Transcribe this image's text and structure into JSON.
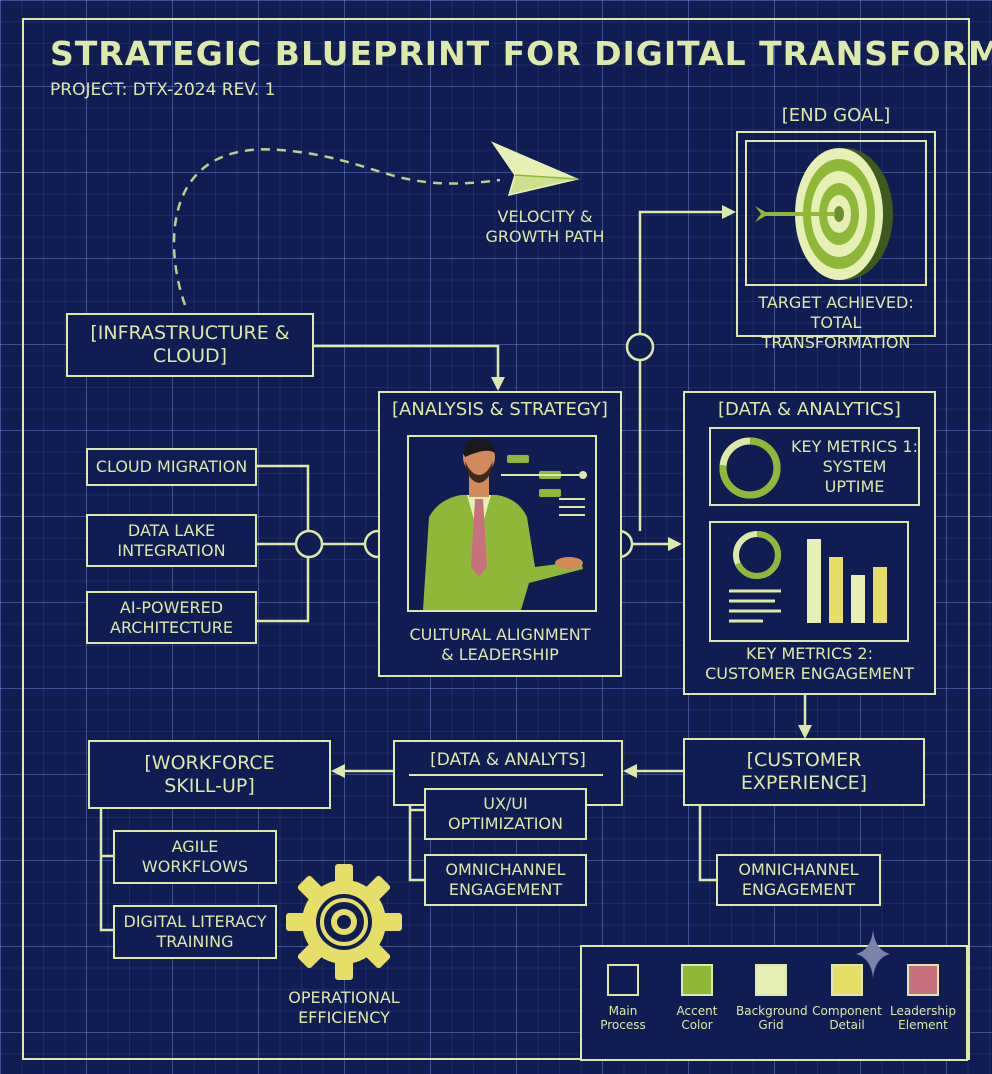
{
  "header": {
    "title": "STRATEGIC BLUEPRINT FOR DIGITAL TRANSFORMATION",
    "subtitle": "PROJECT: DTX-2024 REV. 1"
  },
  "velocity": {
    "label": "VELOCITY &\nGROWTH PATH"
  },
  "end_goal": {
    "heading": "[END GOAL]",
    "caption": "TARGET ACHIEVED:\nTOTAL TRANSFORMATION"
  },
  "infrastructure": {
    "heading": "[INFRASTRUCTURE &\nCLOUD]",
    "items": [
      "CLOUD MIGRATION",
      "DATA LAKE\nINTEGRATION",
      "AI-POWERED\nARCHITECTURE"
    ]
  },
  "analysis": {
    "heading": "[ANALYSIS & STRATEGY]",
    "caption": "CULTURAL ALIGNMENT\n& LEADERSHIP"
  },
  "data_analytics": {
    "heading": "[DATA & ANALYTICS]",
    "metric1": "KEY METRICS 1:\nSYSTEM\nUPTIME",
    "metric2": "KEY METRICS 2:\nCUSTOMER ENGAGEMENT"
  },
  "customer": {
    "heading": "[CUSTOMER\nEXPERIENCE]",
    "items": [
      "OMNICHANNEL\nENGAGEMENT"
    ]
  },
  "data_analyts": {
    "heading": "[DATA & ANALYTS]",
    "items": [
      "UX/UI\nOPTIMIZATION",
      "OMNICHANNEL\nENGAGEMENT"
    ]
  },
  "workforce": {
    "heading": "[WORKFORCE\nSKILL-UP]",
    "items": [
      "AGILE\nWORKFLOWS",
      "DIGITAL LITERACY\nTRAINING"
    ]
  },
  "operational": {
    "label": "OPERATIONAL\nEFFICIENCY"
  },
  "legend": {
    "items": [
      {
        "label": "Main\nProcess",
        "color": "#0f1d52"
      },
      {
        "label": "Accent\nColor",
        "color": "#8fb838"
      },
      {
        "label": "Background\nGrid",
        "color": "#e6f0b4"
      },
      {
        "label": "Component\nDetail",
        "color": "#e6de66"
      },
      {
        "label": "Leadership\nElement",
        "color": "#c9707e"
      }
    ]
  },
  "colors": {
    "line": "#dde9a8",
    "background": "#0f1d52",
    "accent": "#8fb838",
    "gear": "#e6de66",
    "tie": "#c9707e"
  }
}
